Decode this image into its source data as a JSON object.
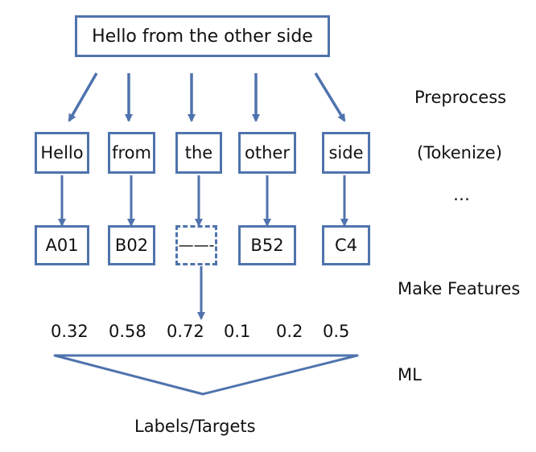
{
  "sentence": "Hello from the other side",
  "tokens": [
    "Hello",
    "from",
    "the",
    "other",
    "side"
  ],
  "codes": [
    "A01",
    "B02",
    "——-",
    "B52",
    "C4"
  ],
  "features": [
    "0.32",
    "0.58",
    "0.72",
    "0.1",
    "0.2",
    "0.5"
  ],
  "stage_labels": {
    "preprocess": "Preprocess",
    "tokenize": "(Tokenize)",
    "ellipsis": "…",
    "make_features": "Make Features",
    "ml": "ML"
  },
  "output_label": "Labels/Targets",
  "colors": {
    "stroke": "#4f73ad",
    "text": "#111111"
  }
}
